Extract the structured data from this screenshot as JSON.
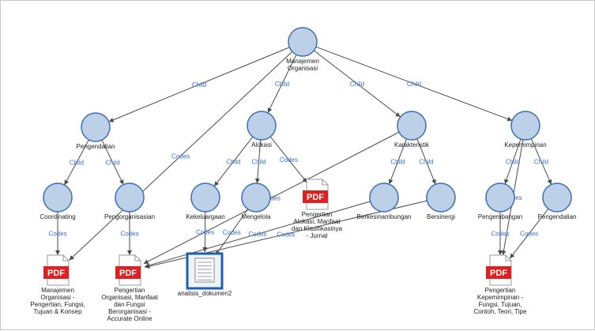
{
  "nodes": [
    {
      "id": "root",
      "label": [
        "Manajemen",
        "Organisasi"
      ],
      "kind": "concept"
    },
    {
      "id": "peng",
      "label": [
        "Pengendalian"
      ],
      "kind": "concept"
    },
    {
      "id": "alok",
      "label": [
        "Alokasi"
      ],
      "kind": "concept"
    },
    {
      "id": "kara",
      "label": [
        "Karakteristik"
      ],
      "kind": "concept"
    },
    {
      "id": "kepe",
      "label": [
        "Kepemimpinan"
      ],
      "kind": "concept"
    },
    {
      "id": "coor",
      "label": [
        "Coordinating"
      ],
      "kind": "concept"
    },
    {
      "id": "pgor",
      "label": [
        "Pengorganisasian"
      ],
      "kind": "concept"
    },
    {
      "id": "keke",
      "label": [
        "Kekeluargaan"
      ],
      "kind": "concept"
    },
    {
      "id": "meng",
      "label": [
        "Mengelola"
      ],
      "kind": "concept"
    },
    {
      "id": "berk",
      "label": [
        "Berkesinambungan"
      ],
      "kind": "concept"
    },
    {
      "id": "bers",
      "label": [
        "Bersinergi"
      ],
      "kind": "concept"
    },
    {
      "id": "pgem",
      "label": [
        "Pengembangan"
      ],
      "kind": "concept"
    },
    {
      "id": "pgen",
      "label": [
        "Pengendalian"
      ],
      "kind": "concept"
    },
    {
      "id": "pdf1",
      "label": [
        "Manajemen",
        "Organisasi -",
        "Pengertian, Fungsi,",
        "Tujuan & Konsep"
      ],
      "kind": "pdf"
    },
    {
      "id": "pdf2",
      "label": [
        "Pengertian",
        "Organisasi, Manfaat",
        "dan Fungsi",
        "Berorganisasi -",
        "Accurate Online"
      ],
      "kind": "pdf"
    },
    {
      "id": "pdf3",
      "label": [
        "Pengertian",
        "Alokasi, Manfaat",
        "dan Klasifikasinya",
        "- Jurnal"
      ],
      "kind": "pdf"
    },
    {
      "id": "pdf4",
      "label": [
        "Pengertian",
        "Kepemimpinan -",
        "Fungsi, Tujuan,",
        "Contoh, Teori, Tipe"
      ],
      "kind": "pdf"
    },
    {
      "id": "doc",
      "label": [
        "analisis_dokumen2"
      ],
      "kind": "doc"
    }
  ],
  "edges": [
    {
      "from": "root",
      "to": "peng",
      "label": "Child"
    },
    {
      "from": "root",
      "to": "alok",
      "label": "Child"
    },
    {
      "from": "root",
      "to": "kara",
      "label": "Child"
    },
    {
      "from": "root",
      "to": "kepe",
      "label": "Child"
    },
    {
      "from": "root",
      "to": "pdf1",
      "label": "Codes"
    },
    {
      "from": "peng",
      "to": "coor",
      "label": "Child"
    },
    {
      "from": "peng",
      "to": "pgor",
      "label": "Child"
    },
    {
      "from": "alok",
      "to": "keke",
      "label": "Child"
    },
    {
      "from": "alok",
      "to": "meng",
      "label": "Child"
    },
    {
      "from": "alok",
      "to": "pdf3",
      "label": "Codes"
    },
    {
      "from": "kara",
      "to": "berk",
      "label": "Child"
    },
    {
      "from": "kara",
      "to": "bers",
      "label": "Child"
    },
    {
      "from": "kara",
      "to": "pdf2",
      "label": "Codes"
    },
    {
      "from": "kepe",
      "to": "pgem",
      "label": "Child"
    },
    {
      "from": "kepe",
      "to": "pgen",
      "label": "Child"
    },
    {
      "from": "kepe",
      "to": "pdf4",
      "label": "Codes"
    },
    {
      "from": "coor",
      "to": "pdf1",
      "label": "Codes"
    },
    {
      "from": "pgor",
      "to": "pdf2",
      "label": "Codes"
    },
    {
      "from": "keke",
      "to": "doc",
      "label": "Codes"
    },
    {
      "from": "meng",
      "to": "doc",
      "label": "Codes"
    },
    {
      "from": "berk",
      "to": "pdf2",
      "label": "Codes"
    },
    {
      "from": "bers",
      "to": "pdf2",
      "label": "Codes"
    },
    {
      "from": "pgem",
      "to": "pdf4",
      "label": "Codes"
    },
    {
      "from": "pgen",
      "to": "pdf4",
      "label": "Codes"
    }
  ],
  "pdf_badge_text": "PDF",
  "colors": {
    "node_fill": "#bcd0e8",
    "node_stroke": "#3d6fae",
    "edge": "#4a4a4a",
    "edge_label": "#3a6fc4",
    "pdf_red": "#e02020",
    "doc_border": "#1f5fb0",
    "frame": "#c9c9c9"
  }
}
